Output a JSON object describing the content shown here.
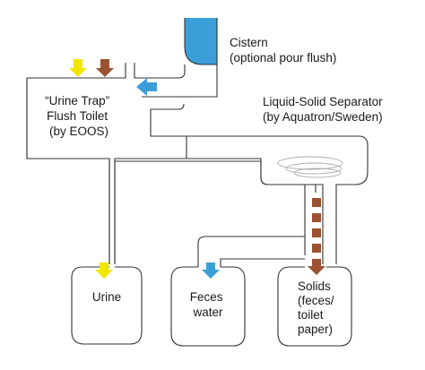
{
  "labels": {
    "cistern": [
      "Cistern",
      "(optional pour flush)"
    ],
    "toilet": [
      "“Urine Trap”",
      "Flush Toilet",
      "(by EOOS)"
    ],
    "separator": [
      "Liquid-Solid Separator",
      "(by Aquatron/Sweden)"
    ],
    "urine": [
      "Urine"
    ],
    "feces_water": [
      "Feces",
      "water"
    ],
    "solids": [
      "Solids",
      "(feces/",
      "toilet",
      "paper)"
    ]
  },
  "colors": {
    "urine": "#f2e600",
    "feces": "#9a5230",
    "water": "#3a9fd8",
    "pipe": "#333333"
  }
}
